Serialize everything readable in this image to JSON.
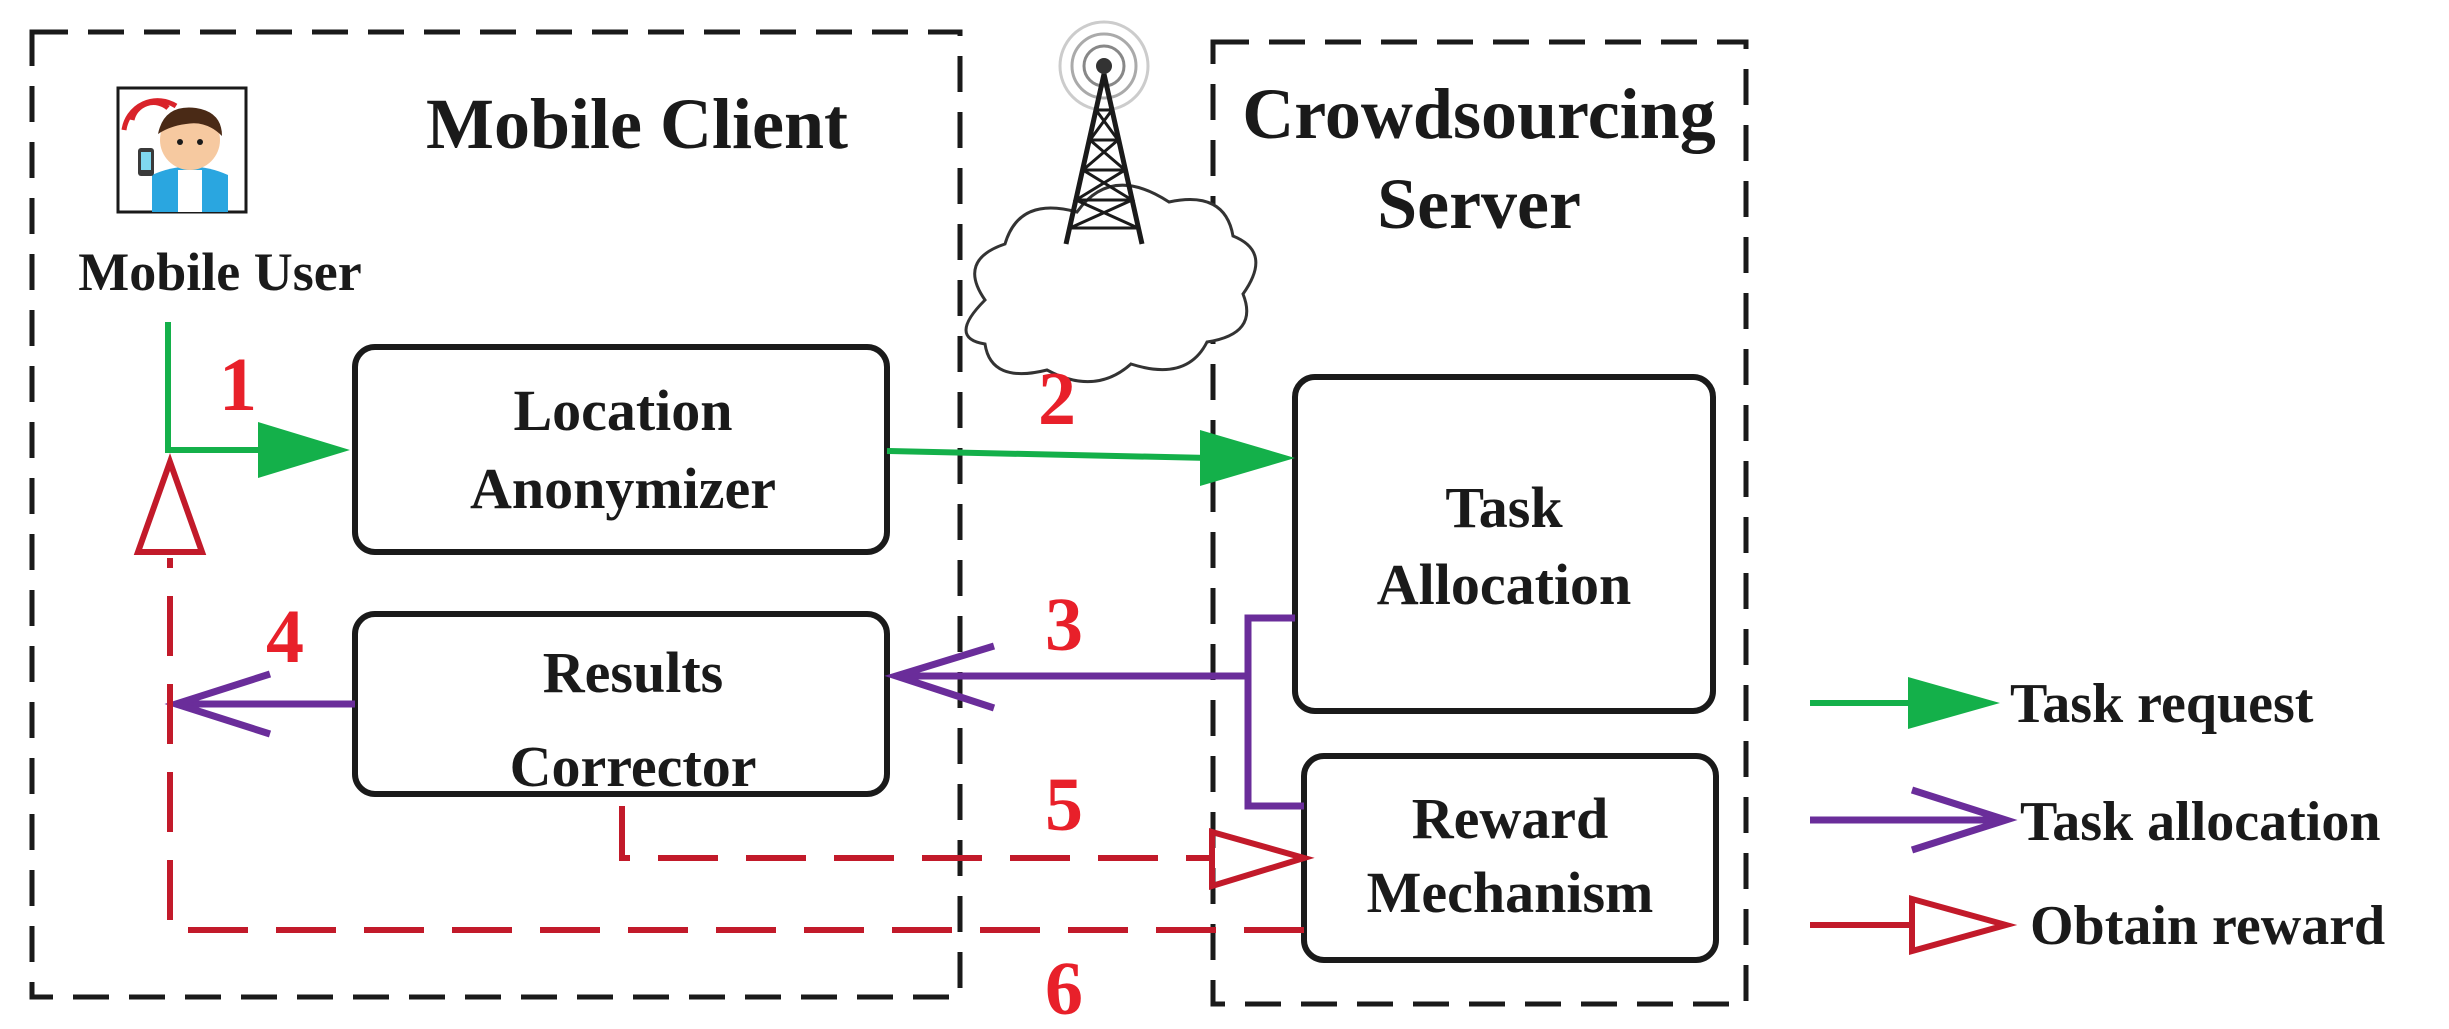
{
  "regions": {
    "mobile_client": "Mobile Client",
    "server_line1": "Crowdsourcing",
    "server_line2": "Server"
  },
  "user": {
    "label": "Mobile User",
    "icon": "mobile-user-icon"
  },
  "network": {
    "icon": "cell-tower-cloud-icon"
  },
  "boxes": {
    "anonymizer": [
      "Location",
      "Anonymizer"
    ],
    "corrector": [
      "Results",
      "Corrector"
    ],
    "allocation": [
      "Task",
      "Allocation"
    ],
    "reward": [
      "Reward",
      "Mechanism"
    ]
  },
  "steps": [
    "1",
    "2",
    "3",
    "4",
    "5",
    "6"
  ],
  "legend": [
    {
      "label": "Task request",
      "color": "#14b04a"
    },
    {
      "label": "Task allocation",
      "color": "#6a2d9a"
    },
    {
      "label": "Obtain reward",
      "color": "#c21a2a"
    }
  ]
}
